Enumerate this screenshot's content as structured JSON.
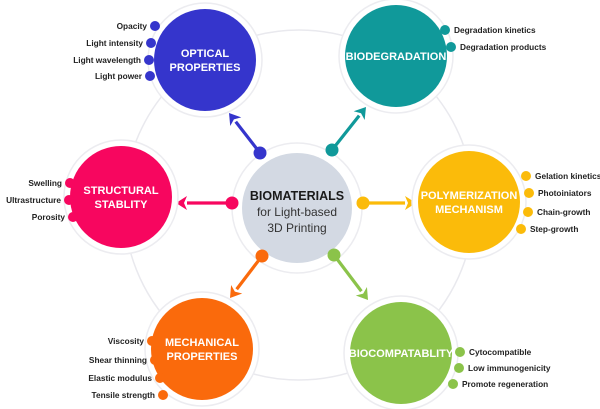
{
  "hub": {
    "title": "BIOMATERIALS",
    "subtitle_line1": "for Light-based",
    "subtitle_line2": "3D Printing",
    "color": "#d3d9e3"
  },
  "nodes": [
    {
      "id": "optical-properties",
      "lines": [
        "OPTICAL",
        "PROPERTIES"
      ],
      "color": "#3535cc",
      "items_side": "left",
      "items": [
        "Opacity",
        "Light intensity",
        "Light wavelength",
        "Light power"
      ]
    },
    {
      "id": "biodegradation",
      "lines": [
        "BIODEGRADATION"
      ],
      "color": "#10999a",
      "items_side": "right",
      "items": [
        "Degradation kinetics",
        "Degradation products"
      ]
    },
    {
      "id": "polymerization-mechanism",
      "lines": [
        "POLYMERIZATION",
        "MECHANISM"
      ],
      "color": "#fbbb0a",
      "items_side": "right",
      "items": [
        "Gelation kinetics",
        "Photoiniators",
        "Chain-growth",
        "Step-growth"
      ]
    },
    {
      "id": "biocompatablity",
      "lines": [
        "BIOCOMPATABLITY"
      ],
      "color": "#8bc34a",
      "items_side": "right",
      "items": [
        "Cytocompatible",
        "Low immunogenicity",
        "Promote regeneration"
      ]
    },
    {
      "id": "mechanical-properties",
      "lines": [
        "MECHANICAL",
        "PROPERTIES"
      ],
      "color": "#fa6a0c",
      "items_side": "left",
      "items": [
        "Viscosity",
        "Shear thinning",
        "Elastic modulus",
        "Tensile strength"
      ]
    },
    {
      "id": "structural-stablity",
      "lines": [
        "STRUCTURAL",
        "STABLITY"
      ],
      "color": "#f7065f",
      "items_side": "left",
      "items": [
        "Swelling",
        "Ultrastructure",
        "Porosity"
      ]
    }
  ]
}
